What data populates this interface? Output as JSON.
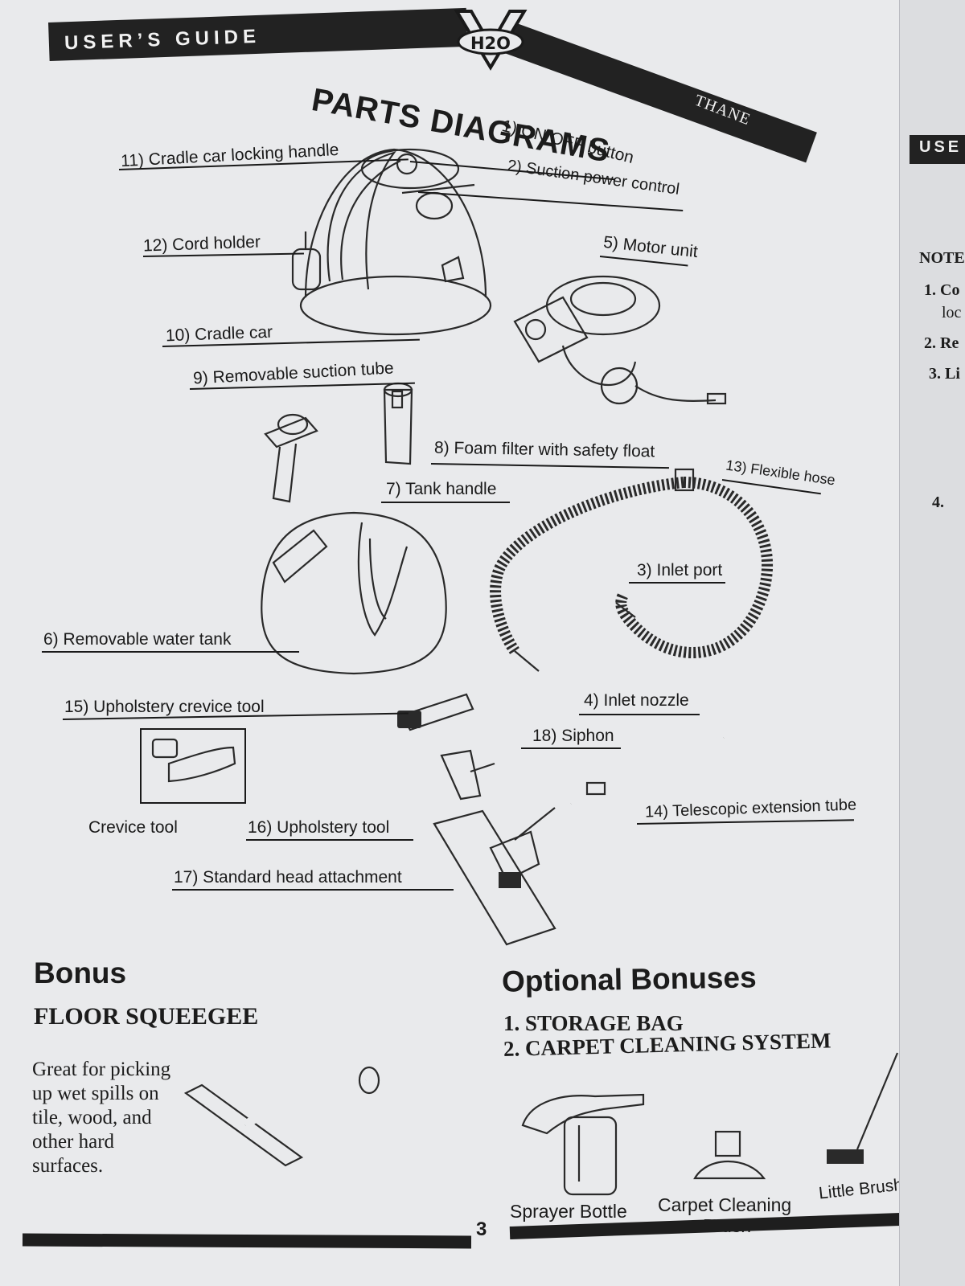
{
  "header": {
    "guide_title": "USER’S GUIDE",
    "logo_text": "H2O",
    "brand": "THANE"
  },
  "title": "PARTS DIAGRAMS",
  "parts": [
    {
      "label": "1) ON/OFF button"
    },
    {
      "label": "2) Suction power control"
    },
    {
      "label": "3) Inlet port"
    },
    {
      "label": "4) Inlet nozzle"
    },
    {
      "label": "5) Motor unit"
    },
    {
      "label": "6) Removable water tank"
    },
    {
      "label": "7) Tank handle"
    },
    {
      "label": "8) Foam filter with safety float"
    },
    {
      "label": "9) Removable suction tube"
    },
    {
      "label": "10) Cradle car"
    },
    {
      "label": "11) Cradle car locking handle"
    },
    {
      "label": "12) Cord holder"
    },
    {
      "label": "13) Flexible hose"
    },
    {
      "label": "14) Telescopic extension tube"
    },
    {
      "label": "15) Upholstery crevice tool"
    },
    {
      "label": "16) Upholstery tool"
    },
    {
      "label": "17) Standard head attachment"
    },
    {
      "label": "18) Siphon"
    },
    {
      "label": "Crevice tool"
    }
  ],
  "bonus": {
    "heading": "Bonus",
    "item": "FLOOR SQUEEGEE",
    "description_lines": [
      "Great for picking",
      "up wet spills on",
      "tile, wood, and",
      "other hard",
      "surfaces."
    ]
  },
  "optional": {
    "heading": "Optional Bonuses",
    "items": [
      "1. STORAGE BAG",
      "2. CARPET CLEANING SYSTEM"
    ],
    "products": [
      "Sprayer Bottle",
      "Carpet Cleaning",
      "Brush",
      "Little Brush"
    ]
  },
  "page_number": "3",
  "next_page": {
    "header": "USE",
    "note": "NOTE",
    "items": [
      "1. Co",
      "loc",
      "2. Re",
      "3. Li",
      "4."
    ]
  }
}
